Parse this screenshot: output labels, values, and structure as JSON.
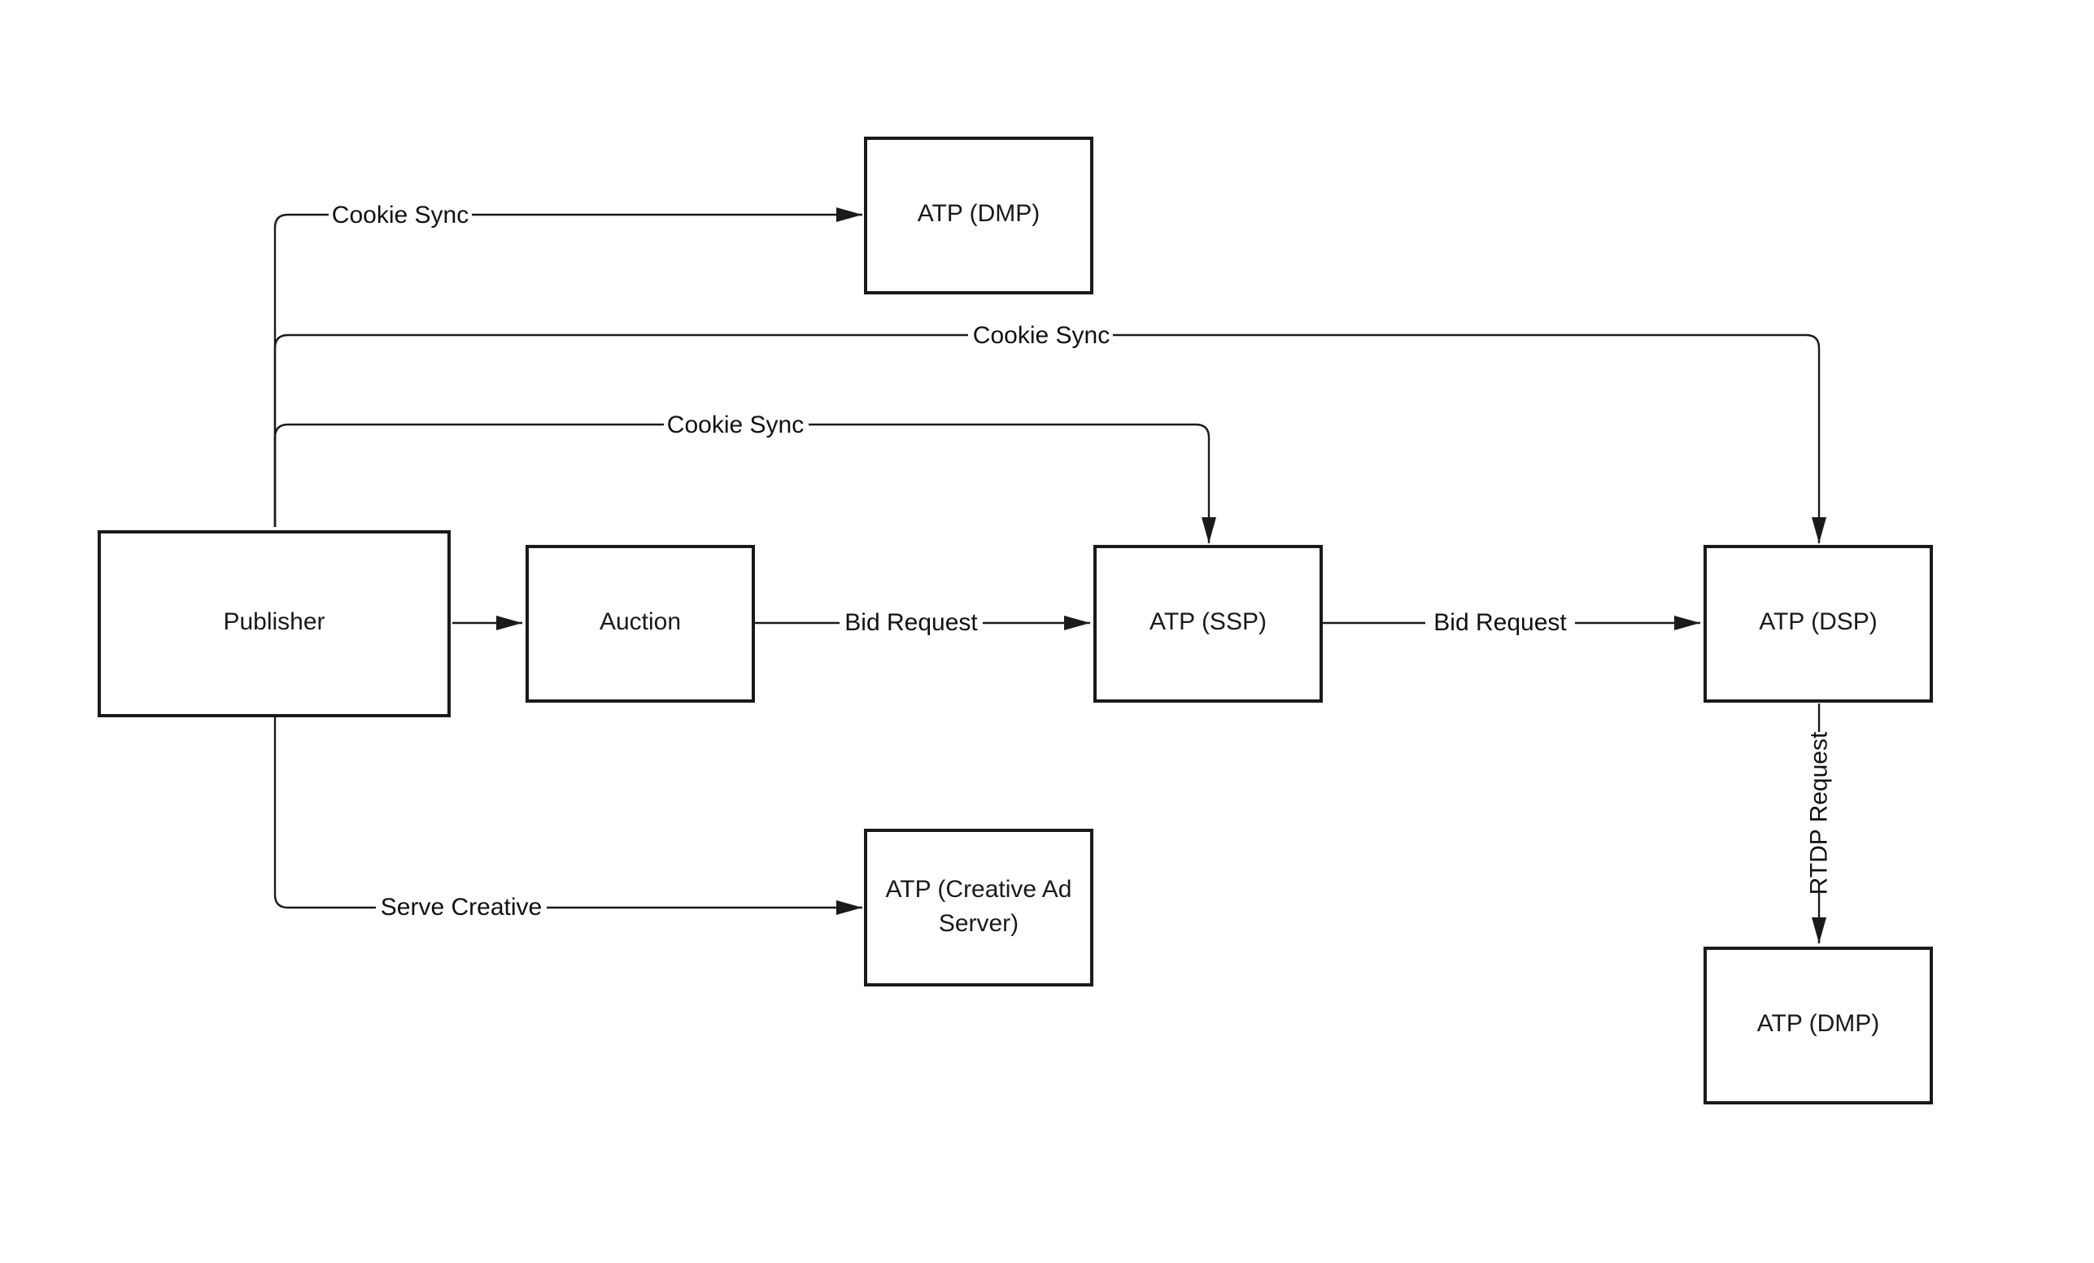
{
  "colors": {
    "stroke": "#1a1a1a",
    "background": "#ffffff",
    "text": "#111111"
  },
  "nodes": {
    "publisher": {
      "label": "Publisher"
    },
    "auction": {
      "label": "Auction"
    },
    "atp_ssp": {
      "label": "ATP (SSP)"
    },
    "atp_dsp": {
      "label": "ATP (DSP)"
    },
    "atp_dmp_top": {
      "label": "ATP (DMP)"
    },
    "atp_dmp_bottom": {
      "label": "ATP (DMP)"
    },
    "atp_creative_line1": {
      "label": "ATP (Creative Ad"
    },
    "atp_creative_line2": {
      "label": "Server)"
    }
  },
  "edges": {
    "cookie_sync_dmp": {
      "label": "Cookie Sync"
    },
    "cookie_sync_dsp": {
      "label": "Cookie Sync"
    },
    "cookie_sync_ssp": {
      "label": "Cookie Sync"
    },
    "publisher_to_auction": {
      "label": ""
    },
    "bid_request_ssp": {
      "label": "Bid Request"
    },
    "bid_request_dsp": {
      "label": "Bid Request"
    },
    "rtdp_request": {
      "label": "RTDP Request"
    },
    "serve_creative": {
      "label": "Serve Creative"
    }
  }
}
